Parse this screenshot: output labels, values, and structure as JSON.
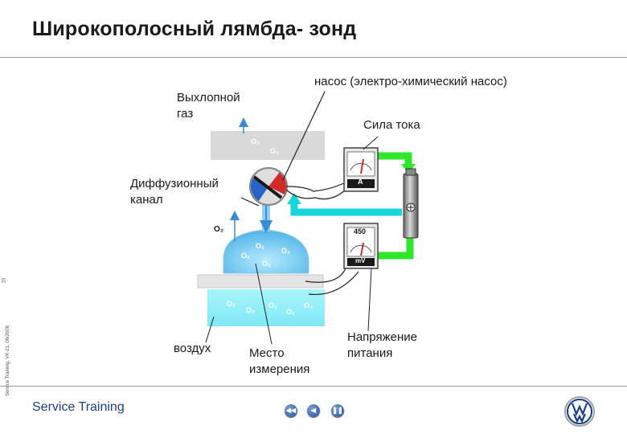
{
  "header": {
    "title": "Широкополосный лямбда- зонд"
  },
  "side": {
    "source": "Service Training, VK-21, 06/2006",
    "page": "10"
  },
  "labels": {
    "pump": "насос (электро-химический насос)",
    "exhaust": "Выхлопной\nгаз",
    "current": "Сила тока",
    "diffusion": "Диффузионный\nканал",
    "air": "воздух",
    "measure": "Место\nизмерения",
    "supply": "Напряжение\nпитания"
  },
  "formula": {
    "o2": "O₂"
  },
  "meters": {
    "ammeter_unit": "A",
    "voltmeter_value": "450",
    "voltmeter_unit": "mV"
  },
  "footer": {
    "brand_text": "Service Training"
  },
  "nav": {
    "back": "◀◀",
    "prev": "◀",
    "pause": "❚❚"
  },
  "colors": {
    "arrow_green": "#2ee62a",
    "arrow_cyan": "#19d6dc",
    "chamber_blue": "#7fd1f2",
    "pump_blue": "#2a63c8",
    "pump_red": "#d22a2a",
    "brand_blue": "#1a3e8c"
  }
}
